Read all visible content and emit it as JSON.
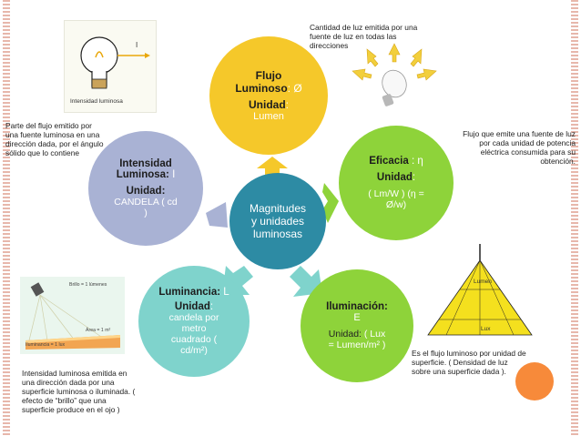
{
  "center": {
    "line1": "Magnitudes",
    "line2": "y unidades",
    "line3": "luminosas"
  },
  "flujo": {
    "title1": "Flujo",
    "title2": "Luminoso",
    "sym": ": Ø",
    "unit_label": "Unidad",
    "unit_colon": ":",
    "unit": "Lumen"
  },
  "eficacia": {
    "title": "Eficacia",
    "sym": " : η",
    "unit_label": "Unidad",
    "unit_colon": ":",
    "unit1": "( Lm/W ) (η =",
    "unit2": "Ø/w)"
  },
  "iluminacion": {
    "title": "Iluminación:",
    "sym": "E",
    "unit_label": "Unidad:",
    "unit1": " ( Lux",
    "unit2": "= Lumen/m² )"
  },
  "luminancia": {
    "title": "Luminancia:",
    "sym": " L",
    "unit_label": "Unidad",
    "unit_colon": ":",
    "unit1": "candela por",
    "unit2": "metro",
    "unit3": "cuadrado (",
    "unit4": "cd/m²)"
  },
  "intensidad": {
    "title1": "Intensidad",
    "title2": "Luminosa:",
    "sym": " I",
    "unit_label": "Unidad:",
    "unit1": "CANDELA ( cd",
    "unit2": ")"
  },
  "notes": {
    "flujo": [
      "Cantidad de luz emitida por una",
      "fuente de luz en todas las",
      "direcciones"
    ],
    "eficacia": [
      "Flujo que emite una fuente de luz",
      "por cada unidad de potencia",
      "eléctrica consumida para su",
      "obtención."
    ],
    "iluminacion": [
      "Es el flujo luminoso por unidad de",
      "superficie. ( Densidad de luz",
      "sobre una superficie dada )."
    ],
    "luminancia": [
      "Intensidad luminosa emitida en",
      "una dirección dada por una",
      "superficie luminosa o iluminada. (",
      "efecto de “brillo” que una",
      "superficie produce en el ojo )"
    ],
    "intensidad": [
      "Parte del flujo emitido por",
      "una fuente luminosa en una",
      "dirección dada, por el ángulo",
      "sólido que lo contiene"
    ]
  },
  "pictures": {
    "bulb_caption": "Intensidad luminosa",
    "bulb_symbol": "I",
    "brillo_label": "Brillo = 1 lúmenes",
    "area_label": "Área = 1 m²",
    "ilum_label": "Iluminancia = 1 lux",
    "cone_top": "Lumen",
    "cone_bottom": "Lux"
  },
  "colors": {
    "yellow": "#f5c82a",
    "green": "#8ed33a",
    "turquoise": "#7fd3cc",
    "lavender": "#a9b2d4",
    "blue_center": "#2d8ba4",
    "orange_dot": "#f78a3a"
  }
}
